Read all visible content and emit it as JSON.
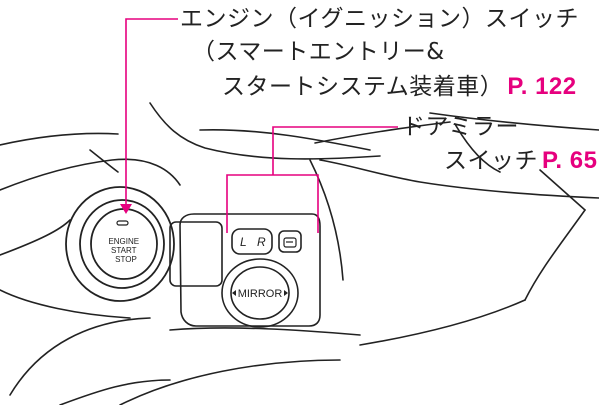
{
  "engine_switch_label": {
    "line1": "エンジン（イグニッション）スイッチ",
    "line2": "（スマートエントリー&",
    "line3": "スタートシステム装着車）",
    "page_ref": "P. 122"
  },
  "door_mirror_label": {
    "line1": "ドアミラー",
    "line2": "スイッチ",
    "page_ref": "P. 65"
  },
  "start_button": {
    "line1": "ENGINE",
    "line2": "START",
    "line3": "STOP"
  },
  "mirror_selector": {
    "left": "L",
    "right": "R"
  },
  "mirror_knob": {
    "label": "MIRROR"
  },
  "colors": {
    "leader_line": "#e6007e",
    "page_ref": "#e6007e",
    "line_art": "#222222"
  }
}
